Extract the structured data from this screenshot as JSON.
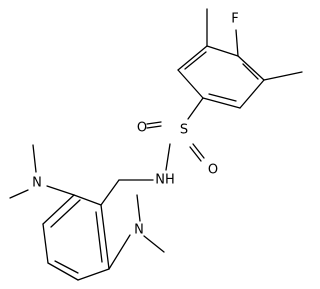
{
  "atoms": {
    "fluorine": "F",
    "sulfur": "S",
    "oxygen_upper": "O",
    "oxygen_lower": "O",
    "amide_n": "NH",
    "nme2_left": "N",
    "nme2_right": "N"
  }
}
